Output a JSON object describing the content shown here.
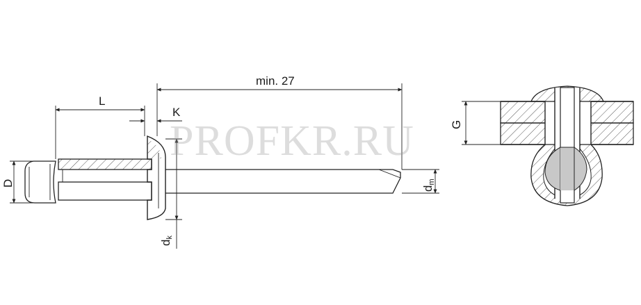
{
  "labels": {
    "length": "L",
    "head_height": "K",
    "min_length": "min. 27",
    "body_diameter": "D",
    "mandrel_diameter_main": "d",
    "mandrel_diameter_sub": "m",
    "head_diameter_main": "d",
    "head_diameter_sub": "k",
    "grip": "G"
  },
  "watermark": "PROFKR.RU",
  "colors": {
    "line": "#222222",
    "hatch": "#444444",
    "mandrel_fill": "#c8c8c8",
    "watermark": "#969696"
  }
}
